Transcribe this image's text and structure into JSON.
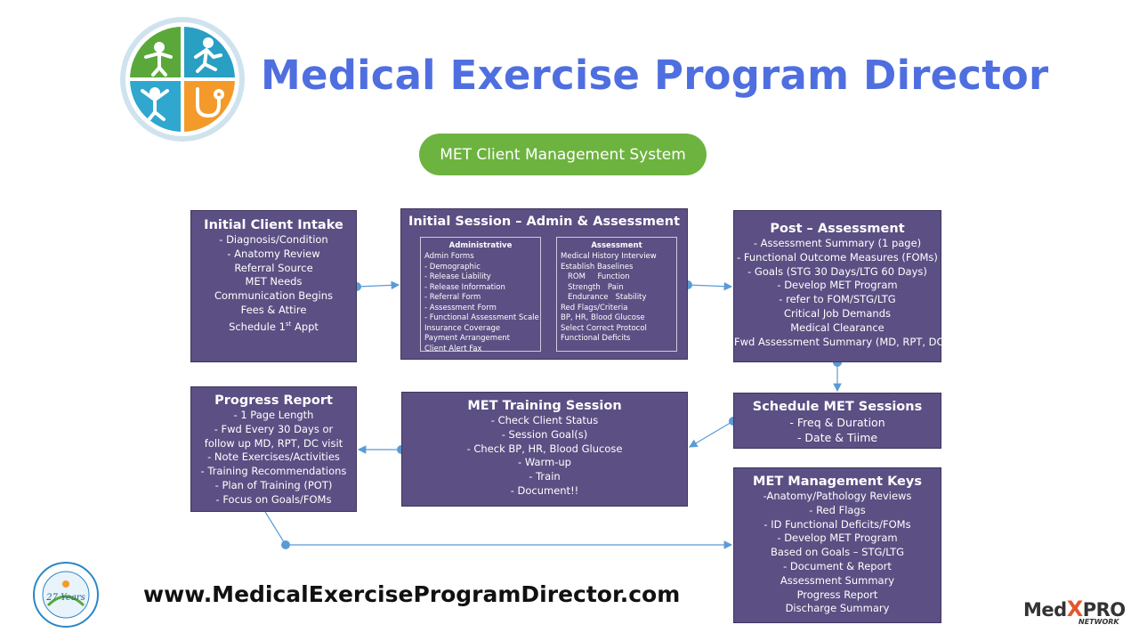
{
  "header": {
    "title": "Medical Exercise Program Director",
    "subtitle_pill": "MET Client Management System"
  },
  "boxes": {
    "intake": {
      "title": "Initial Client Intake",
      "lines": [
        "- Diagnosis/Condition",
        "- Anatomy Review",
        "Referral Source",
        "MET Needs",
        "Communication Begins",
        "Fees & Attire"
      ],
      "schedule_prefix": "Schedule 1",
      "schedule_sup": "st",
      "schedule_suffix": " Appt"
    },
    "session": {
      "title": "Initial Session – Admin & Assessment",
      "administrative": {
        "title": "Administrative",
        "items": [
          "Admin Forms",
          "- Demographic",
          "- Release Liability",
          "- Release Information",
          "- Referral Form",
          "- Assessment Form",
          "- Functional Assessment Scale",
          "Insurance Coverage",
          "Payment Arrangement",
          "Client Alert Fax"
        ]
      },
      "assessment": {
        "title": "Assessment",
        "items": [
          "Medical History Interview",
          "Establish Baselines",
          "ROM     Function",
          "Strength   Pain",
          "Endurance   Stability",
          "Red Flags/Criteria",
          "BP, HR, Blood Glucose",
          "Select Correct Protocol",
          "Functional Deficits"
        ]
      }
    },
    "post": {
      "title": "Post – Assessment",
      "lines": [
        "- Assessment Summary (1 page)",
        "- Functional Outcome Measures (FOMs)",
        "- Goals (STG 30 Days/LTG 60 Days)",
        "- Develop MET Program",
        "- refer to FOM/STG/LTG",
        "Critical Job Demands",
        "Medical Clearance",
        "Fwd Assessment Summary (MD, RPT, DC)"
      ]
    },
    "progress": {
      "title": "Progress Report",
      "lines": [
        "- 1 Page Length",
        "- Fwd Every 30 Days or",
        "follow up MD, RPT, DC visit",
        "- Note Exercises/Activities",
        "- Training Recommendations",
        "- Plan of Training (POT)",
        "- Focus on Goals/FOMs"
      ]
    },
    "training": {
      "title": "MET Training Session",
      "lines": [
        "- Check Client Status",
        "- Session Goal(s)",
        "- Check BP, HR, Blood Glucose",
        "- Warm-up",
        "- Train",
        "- Document!!"
      ]
    },
    "schedule": {
      "title": "Schedule MET Sessions",
      "lines": [
        "- Freq & Duration",
        "- Date & Tiime"
      ]
    },
    "keys": {
      "title": "MET Management Keys",
      "lines": [
        "-Anatomy/Pathology Reviews",
        "- Red Flags",
        "- ID Functional Deficits/FOMs",
        "- Develop MET Program",
        "Based on Goals – STG/LTG",
        "- Document & Report",
        "Assessment Summary",
        "Progress Report",
        "Discharge Summary"
      ]
    }
  },
  "footer": {
    "url": "www.MedicalExerciseProgramDirector.com",
    "badge_years": "27 Years",
    "brand_left": "Med",
    "brand_x": "X",
    "brand_right": "PRO",
    "brand_sub": "NETWORK"
  },
  "colors": {
    "title": "#4f6fe0",
    "pill": "#6db33f",
    "box": "#5b4f83",
    "connector": "#5b9bd5"
  }
}
